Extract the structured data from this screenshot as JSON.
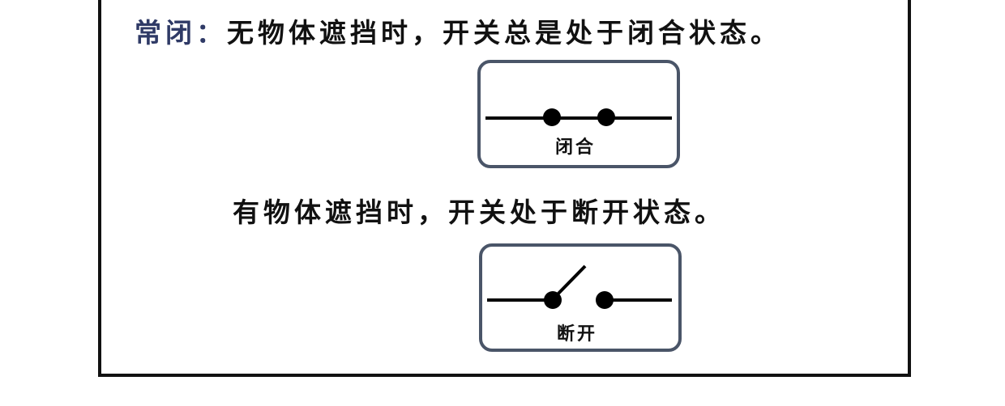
{
  "normally_closed": {
    "label": "常闭：",
    "description": "无物体遮挡时，开关总是处于闭合状态。"
  },
  "closed_switch": {
    "caption": "闭合"
  },
  "blocked_text": "有物体遮挡时，开关处于断开状态。",
  "open_switch": {
    "caption": "断开"
  }
}
